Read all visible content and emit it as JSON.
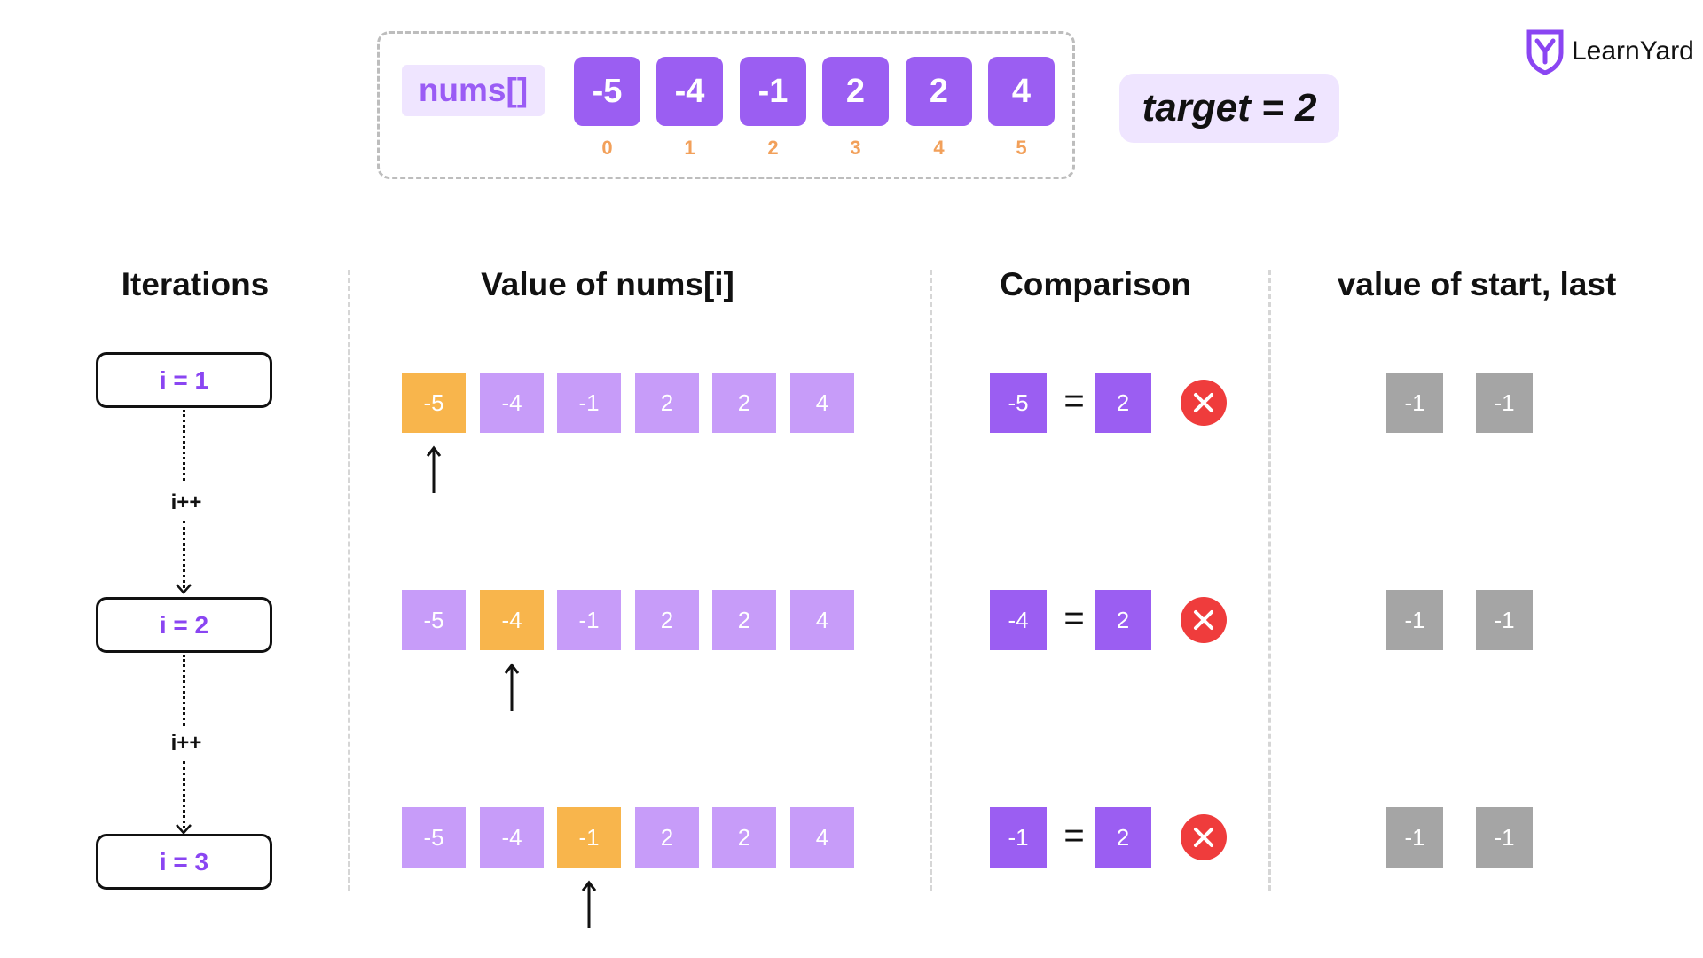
{
  "array": {
    "label": "nums[]",
    "values": [
      "-5",
      "-4",
      "-1",
      "2",
      "2",
      "4"
    ],
    "indices": [
      "0",
      "1",
      "2",
      "3",
      "4",
      "5"
    ]
  },
  "target_label": "target = 2",
  "logo": {
    "text": "LearnYard",
    "icon": "shield-y-icon"
  },
  "headers": {
    "iterations": "Iterations",
    "values": "Value of nums[i]",
    "comparison": "Comparison",
    "start_last": "value of start, last"
  },
  "iterations": [
    {
      "label": "i = 1",
      "cells": [
        "-5",
        "-4",
        "-1",
        "2",
        "2",
        "4"
      ],
      "highlight_index": 0,
      "compare_left": "-5",
      "compare_op": "=",
      "compare_right": "2",
      "result_icon": "red-x-icon",
      "start": "-1",
      "last": "-1"
    },
    {
      "label": "i = 2",
      "cells": [
        "-5",
        "-4",
        "-1",
        "2",
        "2",
        "4"
      ],
      "highlight_index": 1,
      "compare_left": "-4",
      "compare_op": "=",
      "compare_right": "2",
      "result_icon": "red-x-icon",
      "start": "-1",
      "last": "-1"
    },
    {
      "label": "i = 3",
      "cells": [
        "-5",
        "-4",
        "-1",
        "2",
        "2",
        "4"
      ],
      "highlight_index": 2,
      "compare_left": "-1",
      "compare_op": "=",
      "compare_right": "2",
      "result_icon": "red-x-icon",
      "start": "-1",
      "last": "-1"
    }
  ],
  "increment_labels": [
    "i++",
    "i++"
  ],
  "colors": {
    "array_cell": "#9b5ef2",
    "row_cell": "#c79cf9",
    "highlight_cell": "#f8b54c",
    "index_text": "#f2a05a",
    "iter_text": "#8a45f2",
    "gray_cell": "#a5a5a5",
    "fail_icon": "#ef3c3c",
    "label_bg": "#efe5ff"
  }
}
